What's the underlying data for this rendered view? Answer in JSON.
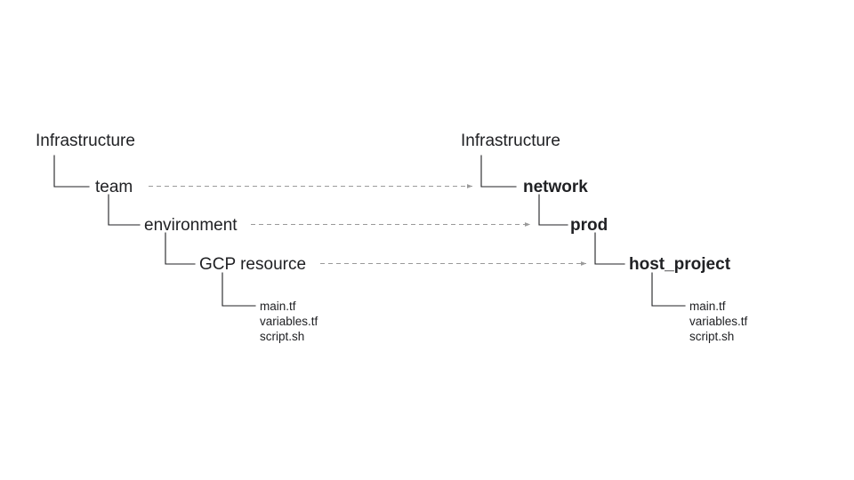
{
  "diagram": {
    "type": "tree-mapping",
    "title": "",
    "colors": {
      "text": "#202124",
      "connector": "#202124",
      "arrow": "#9a9a9a",
      "background": "#ffffff"
    },
    "left_tree": {
      "root": "Infrastructure",
      "nodes": [
        {
          "label": "team",
          "depth": 1
        },
        {
          "label": "environment",
          "depth": 2
        },
        {
          "label": "GCP resource",
          "depth": 3
        }
      ],
      "files": [
        "main.tf",
        "variables.tf",
        "script.sh"
      ]
    },
    "right_tree": {
      "root": "Infrastructure",
      "nodes": [
        {
          "label": "network",
          "depth": 1
        },
        {
          "label": "prod",
          "depth": 2
        },
        {
          "label": "host_project",
          "depth": 3
        }
      ],
      "files": [
        "main.tf",
        "variables.tf",
        "script.sh"
      ]
    },
    "mappings": [
      {
        "from": "team",
        "to": "network"
      },
      {
        "from": "environment",
        "to": "prod"
      },
      {
        "from": "GCP resource",
        "to": "host_project"
      }
    ]
  }
}
